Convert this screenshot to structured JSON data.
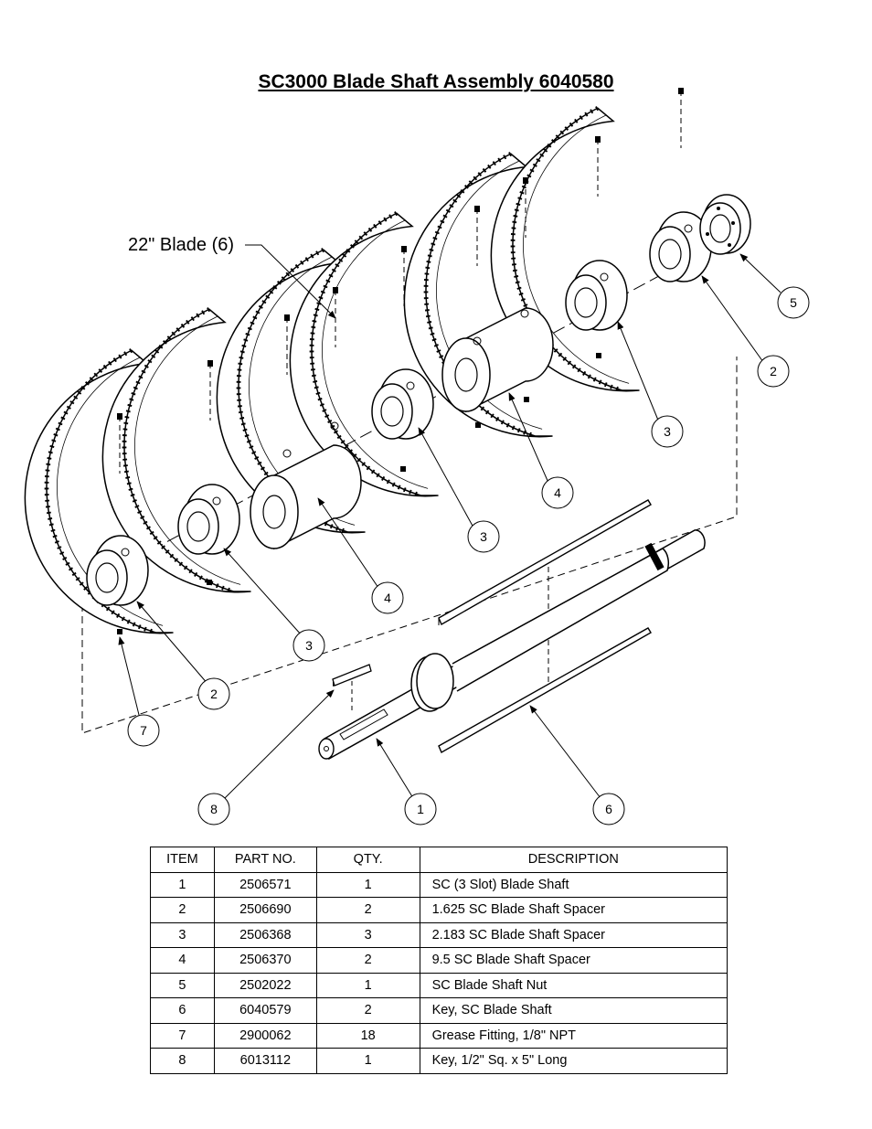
{
  "title": "SC3000 Blade Shaft Assembly 6040580",
  "blade_label": "22\" Blade (6)",
  "callouts": [
    "5",
    "2",
    "3",
    "4",
    "3",
    "4",
    "3",
    "2",
    "7",
    "8",
    "1",
    "6"
  ],
  "table": {
    "headers": [
      "ITEM",
      "PART NO.",
      "QTY.",
      "DESCRIPTION"
    ],
    "rows": [
      [
        "1",
        "2506571",
        "1",
        "SC (3 Slot) Blade Shaft"
      ],
      [
        "2",
        "2506690",
        "2",
        "1.625 SC Blade Shaft Spacer"
      ],
      [
        "3",
        "2506368",
        "3",
        "2.183 SC Blade Shaft Spacer"
      ],
      [
        "4",
        "2506370",
        "2",
        "9.5 SC Blade Shaft Spacer"
      ],
      [
        "5",
        "2502022",
        "1",
        "SC Blade Shaft Nut"
      ],
      [
        "6",
        "6040579",
        "2",
        "Key, SC Blade Shaft"
      ],
      [
        "7",
        "2900062",
        "18",
        "Grease Fitting, 1/8\" NPT"
      ],
      [
        "8",
        "6013112",
        "1",
        "Key, 1/2\" Sq. x 5\" Long"
      ]
    ]
  }
}
